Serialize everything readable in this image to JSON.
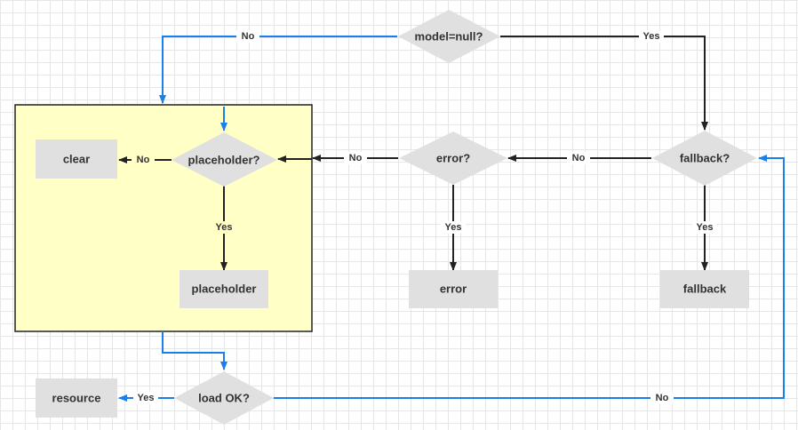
{
  "colors": {
    "container_fill": "#ffffc6",
    "container_stroke": "#222222",
    "node_fill": "#e0e0e0",
    "arrow_dark": "#222222",
    "arrow_blue": "#1a7fe8"
  },
  "nodes": {
    "model_null": "model=null?",
    "fallback_q": "fallback?",
    "error_q": "error?",
    "placeholder_q": "placeholder?",
    "load_ok": "load OK?",
    "clear": "clear",
    "placeholder": "placeholder",
    "error": "error",
    "fallback": "fallback",
    "resource": "resource"
  },
  "edges": {
    "model_no": "No",
    "model_yes": "Yes",
    "fallback_no": "No",
    "fallback_yes": "Yes",
    "error_no": "No",
    "error_yes": "Yes",
    "placeholder_no": "No",
    "placeholder_yes": "Yes",
    "load_yes": "Yes",
    "load_no": "No"
  }
}
